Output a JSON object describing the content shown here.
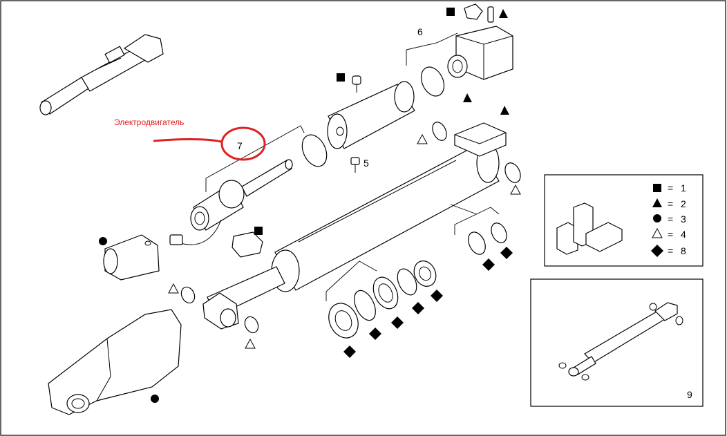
{
  "annotation": {
    "label": "Электродвигатель",
    "color": "#e02020"
  },
  "callouts": {
    "c5": "5",
    "c6": "6",
    "c7": "7",
    "c9": "9"
  },
  "legend": [
    {
      "symbol": "square",
      "eq": "=",
      "value": "1"
    },
    {
      "symbol": "triangle",
      "eq": "=",
      "value": "2"
    },
    {
      "symbol": "circle",
      "eq": "=",
      "value": "3"
    },
    {
      "symbol": "triangle-outline",
      "eq": "=",
      "value": "4"
    },
    {
      "symbol": "diamond",
      "eq": "=",
      "value": "8"
    }
  ]
}
